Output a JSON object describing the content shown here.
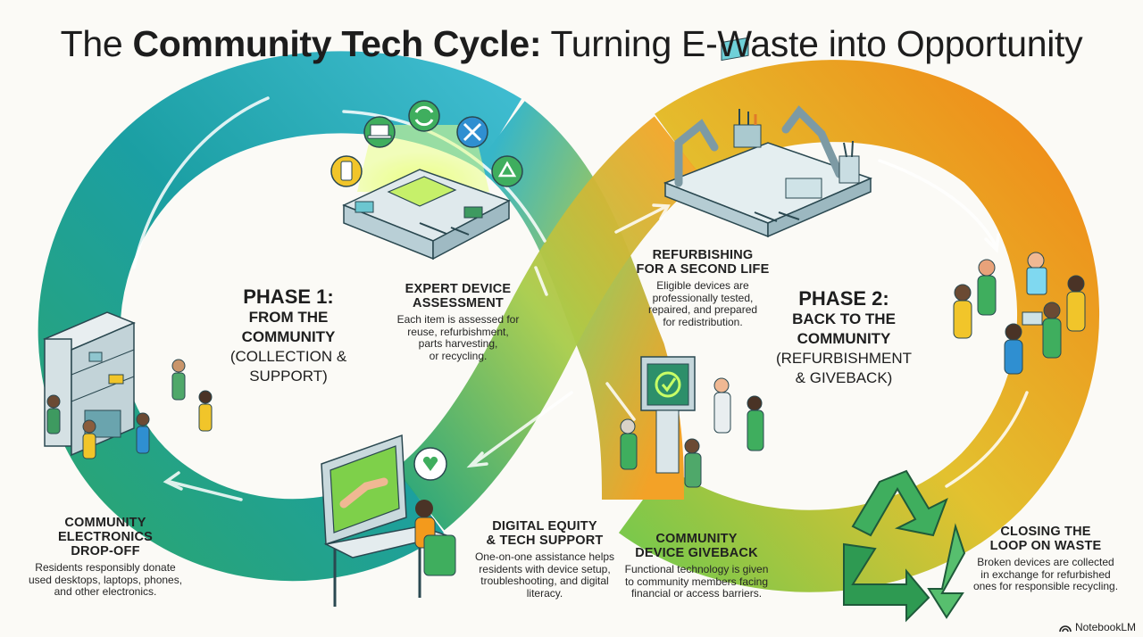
{
  "title": {
    "prefix": "The",
    "bold": "Community Tech Cycle:",
    "suffix": "Turning E-Waste into Opportunity"
  },
  "phase1": {
    "title": "PHASE 1:",
    "line2": "FROM THE",
    "line3": "COMMUNITY",
    "sub1": "(COLLECTION &",
    "sub2": "SUPPORT)"
  },
  "phase2": {
    "title": "PHASE 2:",
    "line2": "BACK TO THE",
    "line3": "COMMUNITY",
    "sub1": "(REFURBISHMENT",
    "sub2": "& GIVEBACK)"
  },
  "steps": {
    "assessment": {
      "h1": "EXPERT DEVICE",
      "h2": "ASSESSMENT",
      "d1": "Each item is assessed for",
      "d2": "reuse, refurbishment,",
      "d3": "parts harvesting,",
      "d4": "or recycling."
    },
    "refurbishing": {
      "h1": "REFURBISHING",
      "h2": "FOR A SECOND LIFE",
      "d1": "Eligible devices are",
      "d2": "professionally tested,",
      "d3": "repaired, and prepared",
      "d4": "for redistribution."
    },
    "dropoff": {
      "h1": "COMMUNITY",
      "h2": "ELECTRONICS",
      "h3": "DROP-OFF",
      "d1": "Residents responsibly donate",
      "d2": "used desktops, laptops, phones,",
      "d3": "and other electronics."
    },
    "equity": {
      "h1": "DIGITAL EQUITY",
      "h2": "& TECH SUPPORT",
      "d1": "One-on-one assistance helps",
      "d2": "residents with device setup,",
      "d3": "troubleshooting, and digital",
      "d4": "literacy."
    },
    "giveback": {
      "h1": "COMMUNITY",
      "h2": "DEVICE GIVEBACK",
      "d1": "Functional technology is given",
      "d2": "to community members facing",
      "d3": "financial or access barriers."
    },
    "closing": {
      "h1": "CLOSING THE",
      "h2": "LOOP ON WASTE",
      "d1": "Broken devices are collected",
      "d2": "in exchange for refurbished",
      "d3": "ones for responsible recycling."
    }
  },
  "brand": {
    "label": "NotebookLM"
  },
  "colors": {
    "teal": "#1aa6b0",
    "green": "#2aa572",
    "orange": "#f39a1c",
    "yellow": "#d6d83a",
    "recycle": "#3fae5e"
  }
}
